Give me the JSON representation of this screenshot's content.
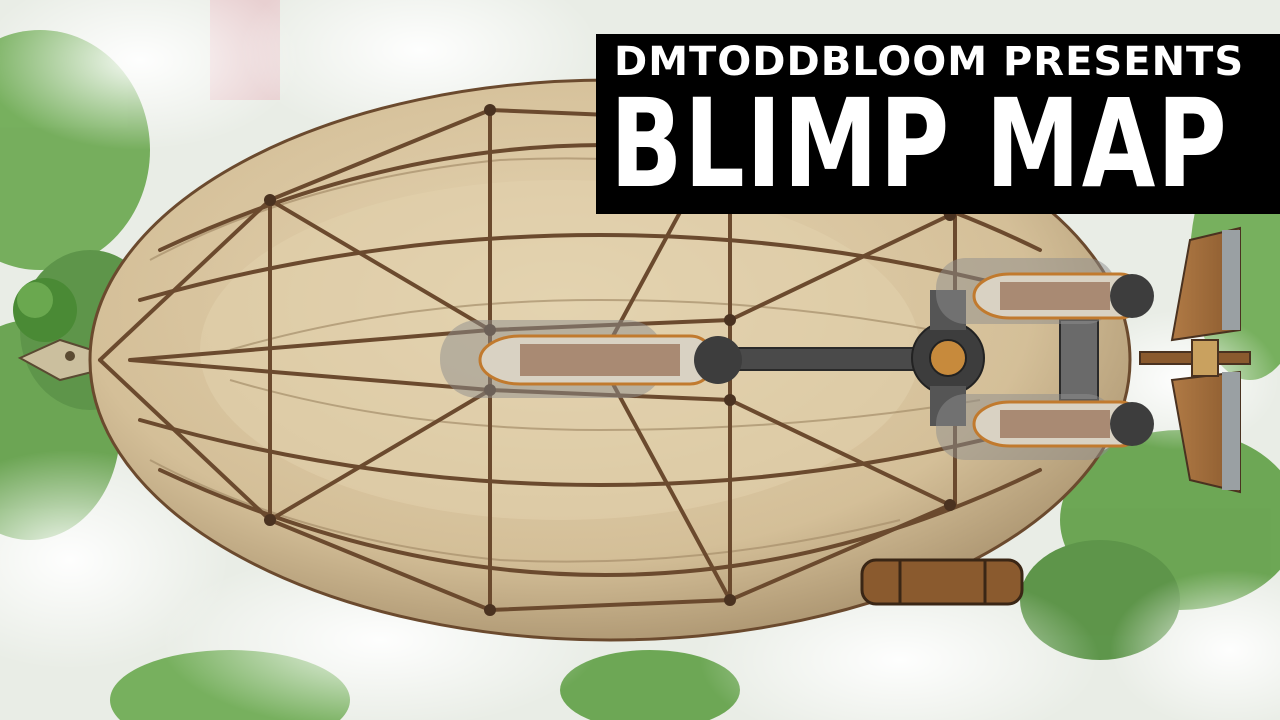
{
  "title": {
    "presenter": "DMTODDBLOOM PRESENTS",
    "main": "BLIMP MAP"
  },
  "colors": {
    "sky_cloud": "#f2f4f0",
    "forest": "#5f9e45",
    "balloon": "#d8c4a0",
    "balloon_shadow": "#a68f6b",
    "rope": "#6b4a2e",
    "title_bg": "#000000",
    "title_text": "#ffffff"
  },
  "scene": {
    "map_type": "top-down battle map",
    "objects": [
      "forest-ground",
      "clouds",
      "blimp-balloon",
      "rope-net",
      "figurehead",
      "gondola-main",
      "gondola-upper",
      "gondola-lower",
      "central-hub",
      "walkway",
      "propeller",
      "tail-fin-upper",
      "tail-fin-lower",
      "cargo-barrel"
    ]
  }
}
